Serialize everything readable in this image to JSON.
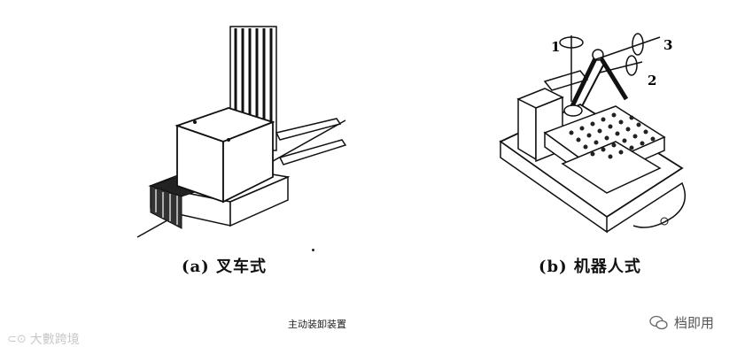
{
  "figure_a": {
    "caption": "(a) 叉车式"
  },
  "figure_b": {
    "caption": "(b) 机器人式",
    "axis_labels": [
      "1",
      "2",
      "3"
    ]
  },
  "main_caption": "主动装卸装置",
  "watermark_left": "大數跨境",
  "watermark_right": "档即用"
}
